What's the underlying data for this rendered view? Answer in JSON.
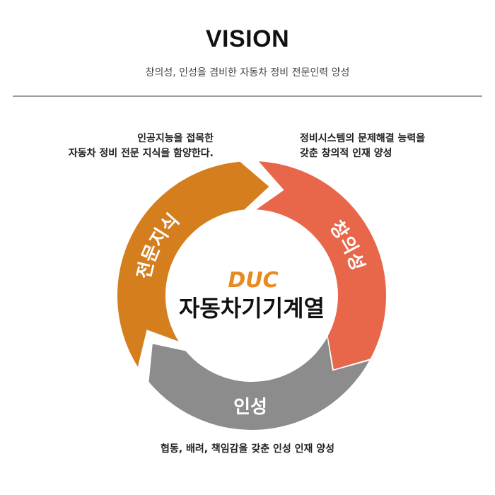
{
  "header": {
    "title": "VISION",
    "subtitle": "창의성, 인성을 겸비한 자동차 정비 전문인력 양성"
  },
  "notes": {
    "left": [
      "인공지능을 접목한",
      "자동차 정비 전문 지식을 함양한다."
    ],
    "right": [
      "정비시스템의 문제해결 능력을",
      "갖춘 창의적 인재 양성"
    ],
    "bottom": "협동, 배려, 책임감을 갖춘 인성 인재 양성"
  },
  "cycle": {
    "segments": [
      {
        "label": "전문지식",
        "color": "#d47e1e"
      },
      {
        "label": "창의성",
        "color": "#e8674a"
      },
      {
        "label": "인성",
        "color": "#8c8c8c"
      }
    ],
    "logo": "DUC",
    "center_title": "자동차기기계열"
  }
}
